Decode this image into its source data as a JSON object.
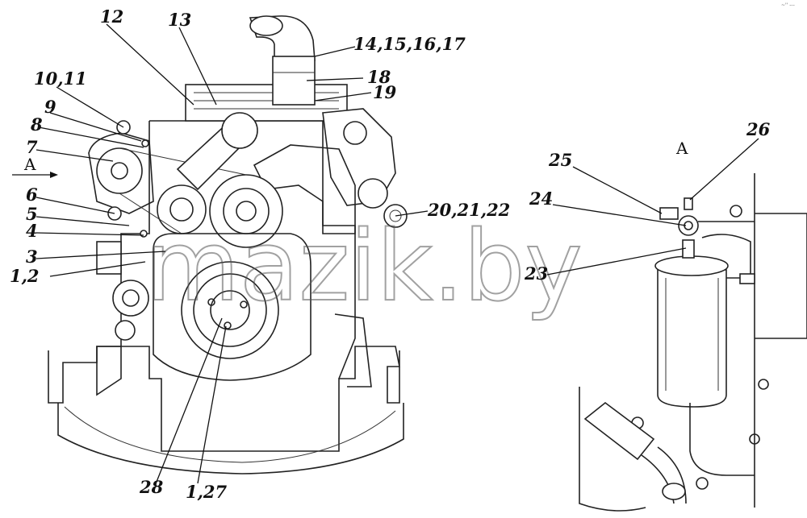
{
  "figure": {
    "view_label": "A",
    "watermark": "mazik.by",
    "corner_mark": "~'' ---"
  },
  "callouts": {
    "c1": "1,2",
    "c2": "1,27",
    "c3": "3",
    "c4": "4",
    "c5": "5",
    "c6": "6",
    "c7": "7",
    "c8": "8",
    "c9": "9",
    "c10": "10,11",
    "c12": "12",
    "c13": "13",
    "c14": "14,15,16,17",
    "c18": "18",
    "c19": "19",
    "c20": "20,21,22",
    "c23": "23",
    "c24": "24",
    "c25": "25",
    "c26": "26",
    "c28": "28"
  }
}
